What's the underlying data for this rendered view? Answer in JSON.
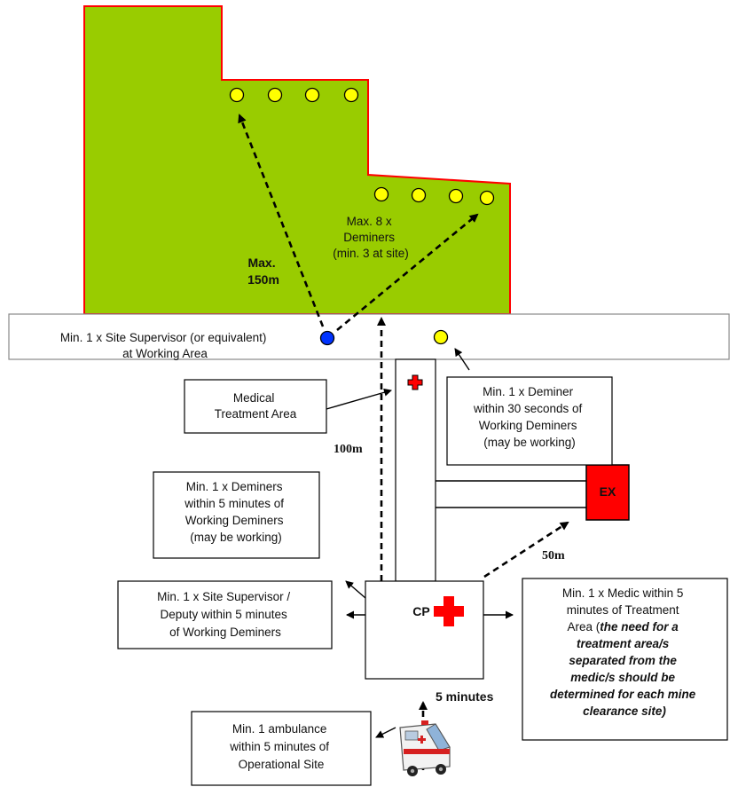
{
  "colors": {
    "area_fill": "#99cc00",
    "area_border": "#ff0000",
    "deminer_dot": "#ffff00",
    "supervisor_dot": "#0033ff",
    "deputy_dot": "#009933",
    "cross": "#ff0000",
    "ex_box": "#ff0000"
  },
  "icons": [
    "deminer-dot",
    "supervisor-dot",
    "deputy-dot",
    "red-cross-icon",
    "ambulance-icon"
  ],
  "labels": {
    "max_deminers": [
      "Max. 8 x",
      "Deminers",
      "(min. 3 at site)"
    ],
    "max_distance": [
      "Max.",
      "150m"
    ],
    "site_supervisor_working": [
      "Min. 1 x Site Supervisor (or equivalent)",
      "at Working Area"
    ],
    "medical_treatment_area": [
      "Medical",
      "Treatment Area"
    ],
    "deminer_30s": [
      "Min. 1 x Deminer",
      "within 30 seconds of",
      "Working Deminers",
      "(may be working)"
    ],
    "distance_100m": "100m",
    "ex": "EX",
    "deminers_5min": [
      "Min. 1 x Deminers",
      "within 5 minutes of",
      "Working Deminers",
      "(may be working)"
    ],
    "distance_50m": "50m",
    "supervisor_deputy": [
      "Min. 1 x Site Supervisor /",
      "Deputy within 5 minutes",
      "of Working Deminers"
    ],
    "cp": "CP",
    "medic_note": [
      "Min. 1 x Medic within 5",
      "minutes of Treatment",
      "Area (",
      "the need for a",
      "treatment area/s",
      "separated from the",
      "medic/s should be",
      "determined for each mine",
      "clearance site)"
    ],
    "five_minutes": "5 minutes",
    "ambulance": [
      "Min. 1 ambulance",
      "within 5 minutes of",
      "Operational Site"
    ]
  }
}
